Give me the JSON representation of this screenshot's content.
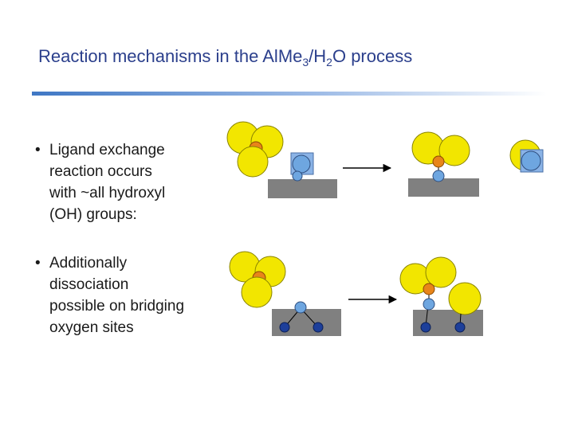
{
  "slide": {
    "title": {
      "prefix": "Reaction mechanisms in the AlMe",
      "sub1": "3",
      "mid": "/H",
      "sub2": "2",
      "suffix": "O process"
    },
    "bullets": [
      {
        "marker": "•",
        "lines": [
          "Ligand exchange",
          "reaction occurs",
          "with ~all hydroxyl",
          "(OH) groups:"
        ]
      },
      {
        "marker": "•",
        "lines": [
          "Additionally",
          "dissociation",
          "possible on bridging",
          "oxygen sites"
        ]
      }
    ]
  },
  "colors": {
    "title": "#2b3f8c",
    "ligand": "#f2e600",
    "metal": "#e8851a",
    "oxygen": "#6ea6e0",
    "bridge_atom": "#1d3f9a",
    "surface": "#808080"
  }
}
